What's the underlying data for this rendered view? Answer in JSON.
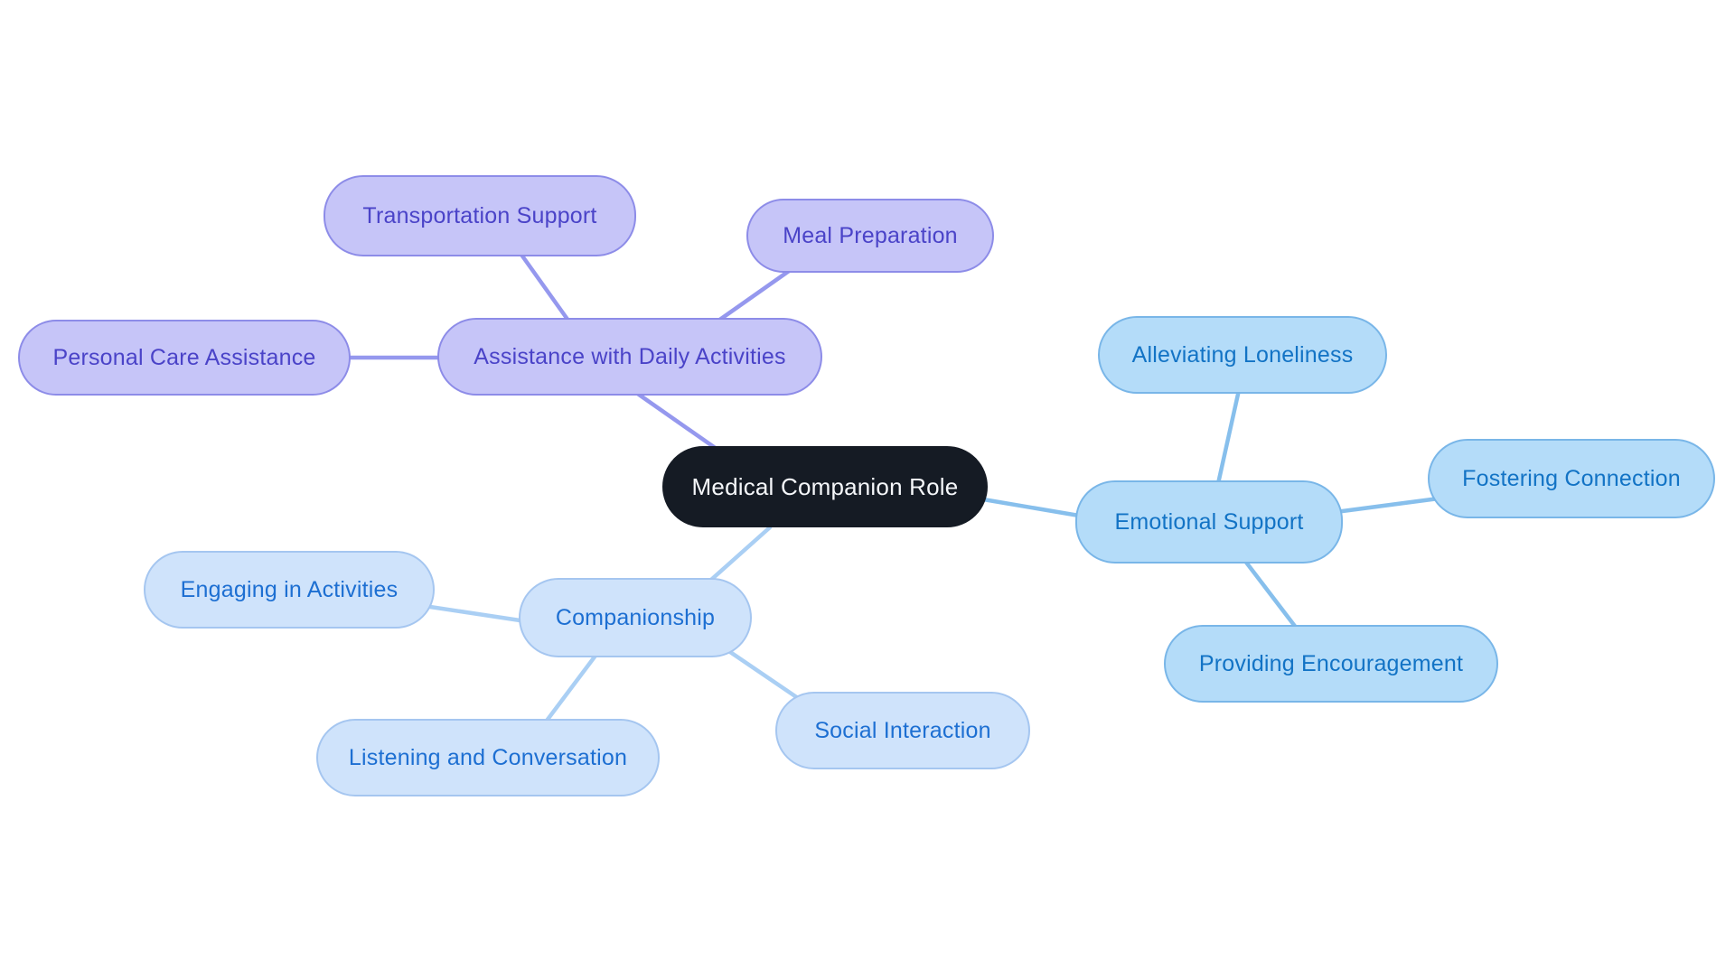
{
  "diagram": {
    "type": "mindmap",
    "background_color": "#ffffff",
    "root": {
      "label": "Medical Companion Role",
      "fill": "#151b24",
      "text_color": "#f5f7fa"
    },
    "branches": [
      {
        "label": "Assistance with Daily Activities",
        "fill": "#c6c5f8",
        "border": "#8d8ce8",
        "text_color": "#4a43c8",
        "line_color": "#9598ee",
        "children": [
          "Transportation Support",
          "Meal Preparation",
          "Personal Care Assistance"
        ]
      },
      {
        "label": "Emotional Support",
        "fill": "#b4dcf9",
        "border": "#79b6e8",
        "text_color": "#1273c5",
        "line_color": "#87bfec",
        "children": [
          "Alleviating Loneliness",
          "Fostering Connection",
          "Providing Encouragement"
        ]
      },
      {
        "label": "Companionship",
        "fill": "#cfe3fb",
        "border": "#a5c6f0",
        "text_color": "#1d6fd2",
        "line_color": "#aacff4",
        "children": [
          "Engaging in Activities",
          "Listening and Conversation",
          "Social Interaction"
        ]
      }
    ]
  }
}
